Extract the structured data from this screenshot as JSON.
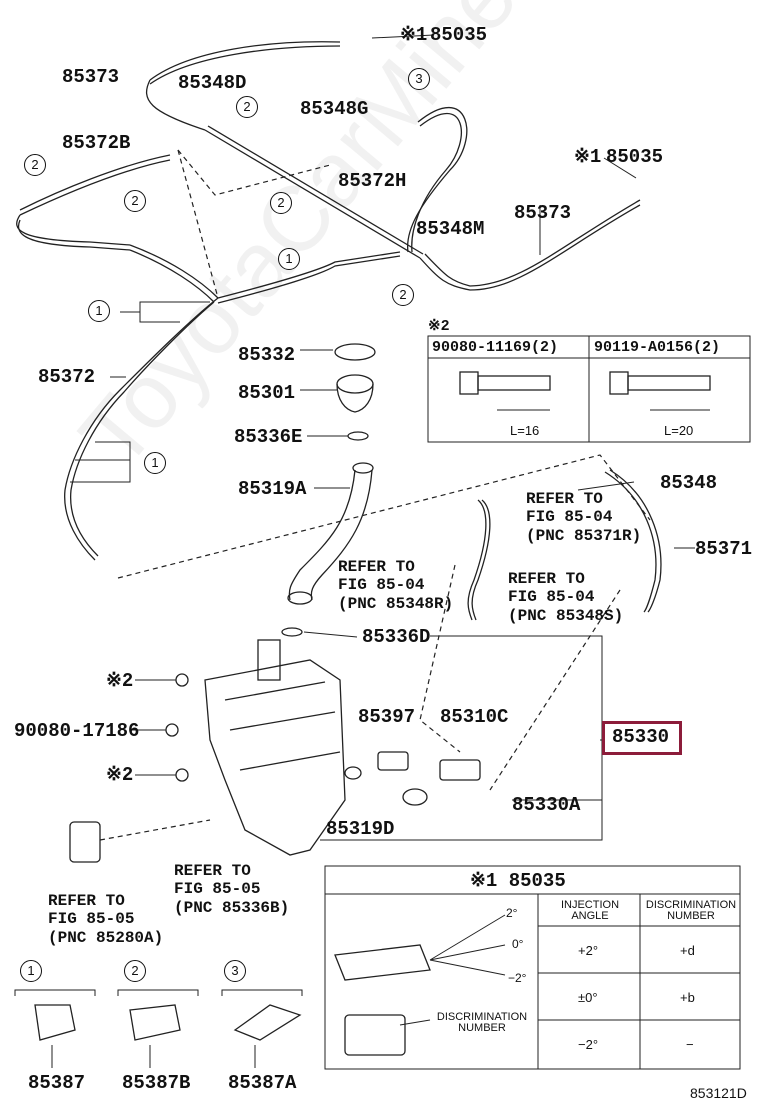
{
  "watermark": "ToyotaCarMine.ru",
  "diagram_id": "853121D",
  "marker_asterisk_1": "※1",
  "marker_asterisk_2": "※2",
  "highlighted_part": "85330",
  "parts": {
    "p85035_top": "85035",
    "p85373_left": "85373",
    "p85348D": "85348D",
    "p85348G": "85348G",
    "p85372B": "85372B",
    "p85372H": "85372H",
    "p85035_right": "85035",
    "p85373_right": "85373",
    "p85348M": "85348M",
    "p85372": "85372",
    "p85332": "85332",
    "p85301": "85301",
    "p85336E": "85336E",
    "p85319A": "85319A",
    "p85348": "85348",
    "p85371": "85371",
    "p85336D": "85336D",
    "p90080_17186": "90080-17186",
    "p85397": "85397",
    "p85310C": "85310C",
    "p85319D": "85319D",
    "p85330A": "85330A",
    "p85387": "85387",
    "p85387B": "85387B",
    "p85387A": "85387A"
  },
  "refers": {
    "r1": [
      "REFER TO",
      "FIG 85-04",
      "(PNC 85371R)"
    ],
    "r2": [
      "REFER TO",
      "FIG 85-04",
      "(PNC 85348R)"
    ],
    "r3": [
      "REFER TO",
      "FIG 85-04",
      "(PNC 85348S)"
    ],
    "r4": [
      "REFER TO",
      "FIG 85-05",
      "(PNC 85336B)"
    ],
    "r5": [
      "REFER TO",
      "FIG 85-05",
      "(PNC 85280A)"
    ]
  },
  "callouts": [
    "1",
    "2",
    "3"
  ],
  "bolt_table": {
    "title": "※2",
    "col1": "90080-11169(2)",
    "col2": "90119-A0156(2)",
    "len1": "L=16",
    "len2": "L=20"
  },
  "nozzle_table": {
    "title": "※1 85035",
    "header_angle": "INJECTION ANGLE",
    "header_disc": "DISCRIMINATION NUMBER",
    "disc_label": "DISCRIMINATION NUMBER",
    "angle_marks": [
      "2°",
      "0°",
      "−2°"
    ],
    "rows": [
      {
        "angle": "+2°",
        "disc": "+d"
      },
      {
        "angle": "±0°",
        "disc": "+b"
      },
      {
        "angle": "−2°",
        "disc": "−"
      }
    ]
  }
}
